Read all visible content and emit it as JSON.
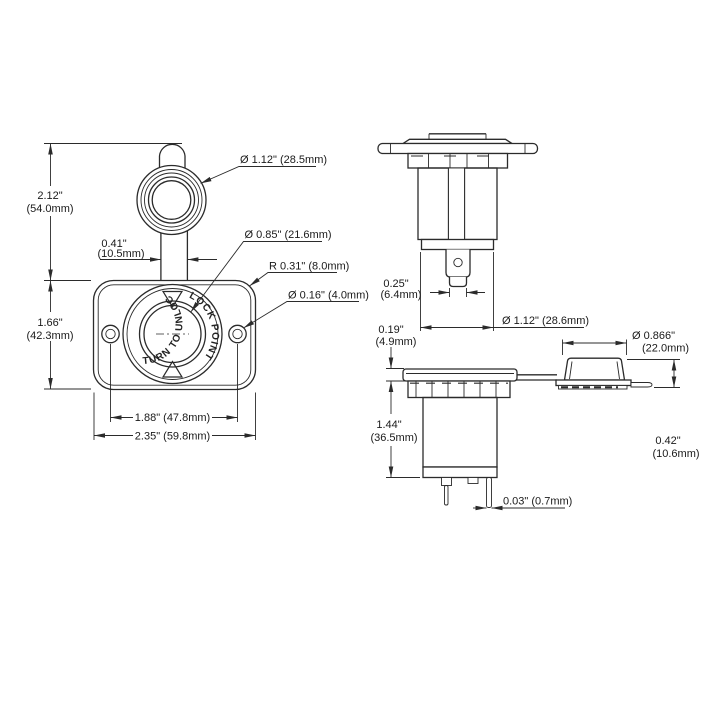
{
  "colors": {
    "line": "#2b2b2b",
    "text": "#1a1a1a",
    "thread_fill": "#cccccc",
    "background": "#ffffff"
  },
  "front_view": {
    "face_text_left": "TURN TO UNLOCK",
    "face_text_right": "LOCK POINT",
    "dims": {
      "cap_dia": "Ø 1.12\" (28.5mm)",
      "overall_h_in": "2.12\"",
      "overall_h_mm": "(54.0mm)",
      "stem_w_in": "0.41\"",
      "stem_w_mm": "(10.5mm)",
      "socket_dia": "Ø 0.85\" (21.6mm)",
      "corner_r": "R 0.31\" (8.0mm)",
      "screw_dia": "Ø 0.16\" (4.0mm)",
      "plate_h_in": "1.66\"",
      "plate_h_mm": "(42.3mm)",
      "screw_span": "1.88\" (47.8mm)",
      "plate_w": "2.35\" (59.8mm)"
    }
  },
  "rear_view": {
    "dims": {
      "tab_w_in": "0.25\"",
      "tab_w_mm": "(6.4mm)",
      "body_dia": "Ø 1.12\" (28.6mm)"
    }
  },
  "open_view": {
    "dims": {
      "flange_t_in": "0.19\"",
      "flange_t_mm": "(4.9mm)",
      "body_depth_in": "1.44\"",
      "body_depth_mm": "(36.5mm)",
      "cap_dia_in": "Ø 0.866\"",
      "cap_dia_mm": "(22.0mm)",
      "cap_h_in": "0.42\"",
      "cap_h_mm": "(10.6mm)",
      "pin_t": "0.03\" (0.7mm)"
    }
  }
}
